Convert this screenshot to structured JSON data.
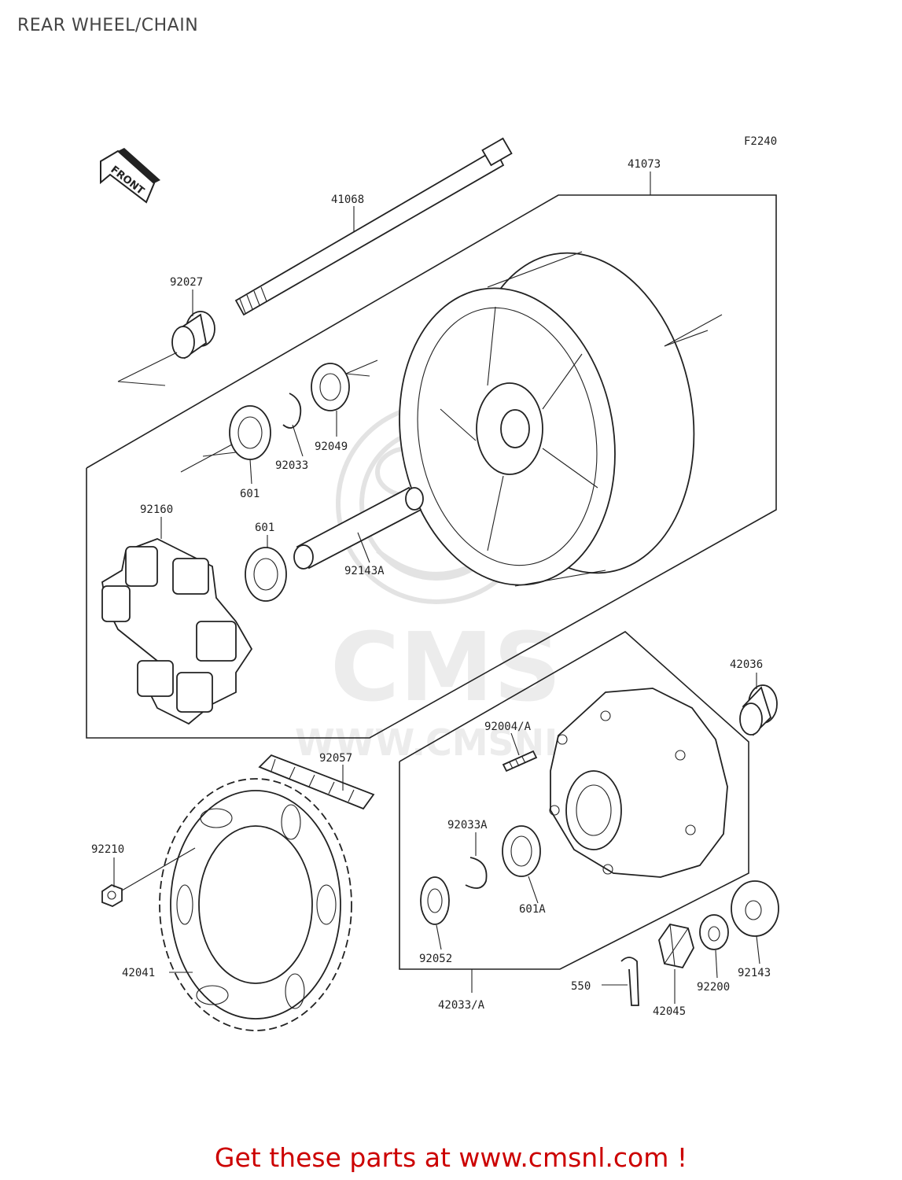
{
  "page": {
    "title": "REAR WHEEL/CHAIN",
    "footer": "Get these parts at www.cmsnl.com !"
  },
  "diagram": {
    "figure_code": "F2240",
    "front_arrow_text": "FRONT",
    "watermark": {
      "brand": "CMS",
      "url": "WWW.CMSNL.COM"
    },
    "parts": {
      "p41073": "41073",
      "p41068": "41068",
      "p92027": "92027",
      "p92049": "92049",
      "p92033": "92033",
      "p601_a": "601",
      "p92160": "92160",
      "p601_b": "601",
      "p92143A": "92143A",
      "p42036": "42036",
      "p92004A": "92004/A",
      "p92057": "92057",
      "p92210": "92210",
      "p92033A": "92033A",
      "p601A": "601A",
      "p92052": "92052",
      "p42041": "42041",
      "p92143": "92143",
      "p550": "550",
      "p92200": "92200",
      "p42033A": "42033/A",
      "p42045": "42045"
    }
  }
}
